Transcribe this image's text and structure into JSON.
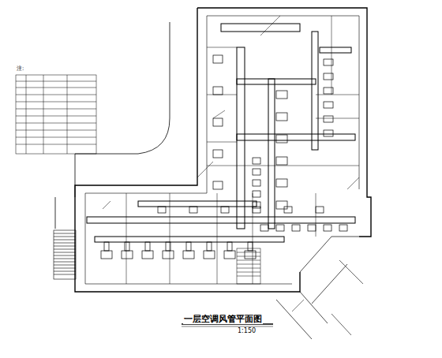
{
  "diagram": {
    "title": "一层空调风管平面图",
    "labels": [
      "注:",
      "1:150"
    ]
  }
}
